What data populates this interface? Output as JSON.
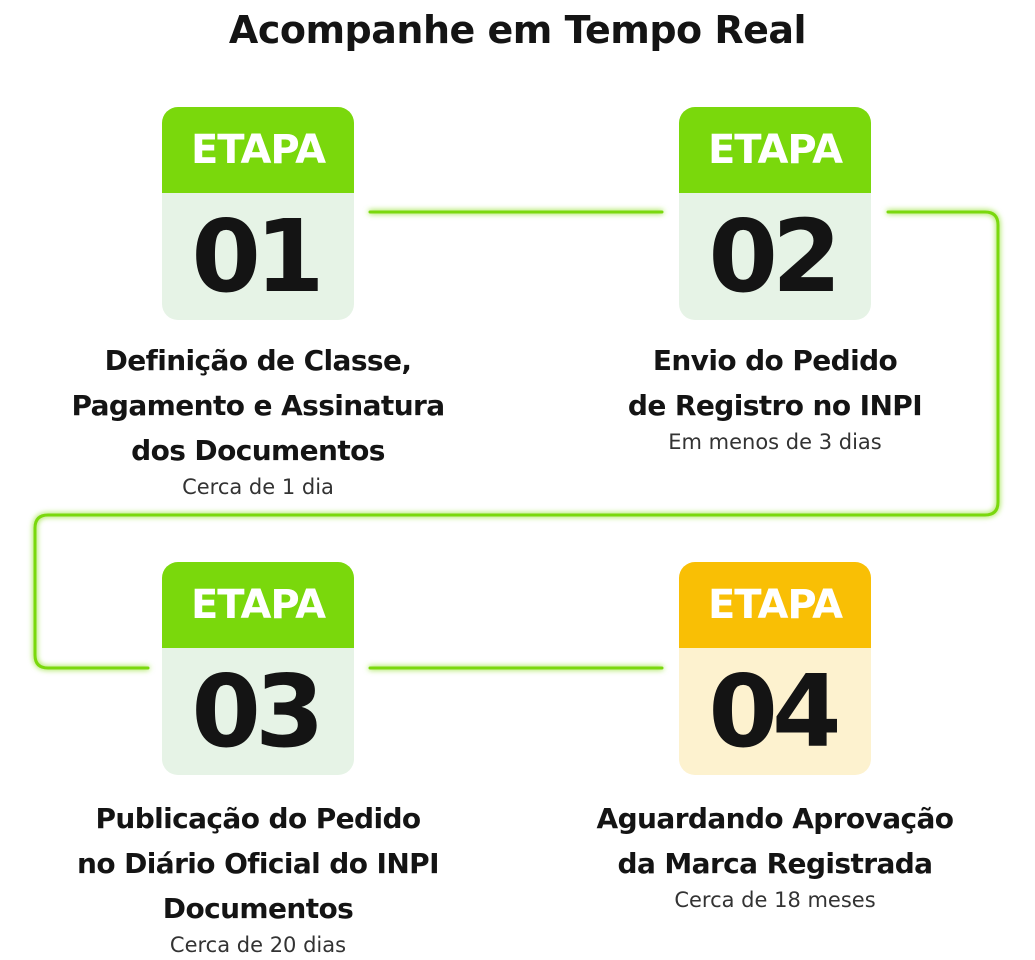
{
  "title": "Acompanhe em Tempo Real",
  "colors": {
    "green": "#7ad80c",
    "green_light": "#e6f3e6",
    "yellow": "#f9bf05",
    "yellow_light": "#fdf2cf",
    "connector": "#7ad80c"
  },
  "steps": [
    {
      "label": "ETAPA",
      "number": "01",
      "lines": [
        "Definição de Classe,",
        "Pagamento e Assinatura",
        "dos Documentos"
      ],
      "duration": "Cerca de 1  dia"
    },
    {
      "label": "ETAPA",
      "number": "02",
      "lines": [
        "Envio do Pedido",
        "de Registro no INPI"
      ],
      "duration": "Em menos de 3 dias"
    },
    {
      "label": "ETAPA",
      "number": "03",
      "lines": [
        "Publicação do Pedido",
        "no Diário Oficial do INPI",
        "Documentos"
      ],
      "duration": "Cerca de 20 dias"
    },
    {
      "label": "ETAPA",
      "number": "04",
      "lines": [
        "Aguardando Aprovação",
        "da Marca Registrada"
      ],
      "duration": "Cerca de 18 meses"
    }
  ]
}
